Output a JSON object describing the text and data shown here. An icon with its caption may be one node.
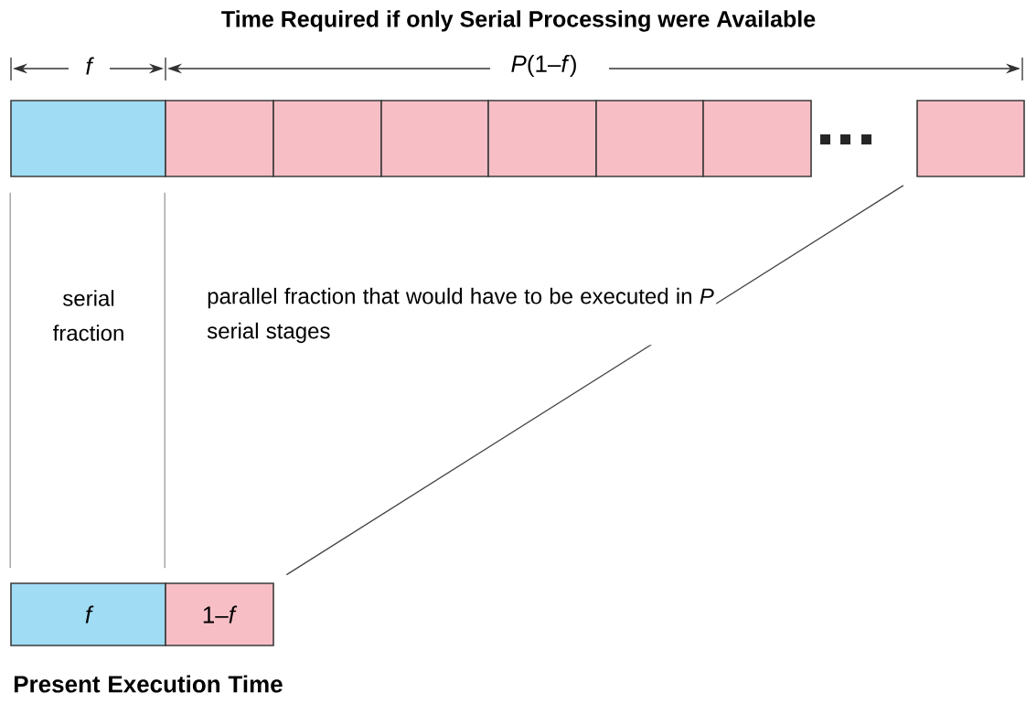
{
  "diagram": {
    "title": "Time Required if only Serial Processing were Available",
    "nodes": [
      {
        "text": [],
        "shape": "box"
      },
      {
        "text": [],
        "shape": "box"
      },
      {
        "text": [],
        "shape": "box"
      },
      {
        "text": [],
        "shape": "box"
      },
      {
        "text": [],
        "shape": "box"
      },
      {
        "text": [],
        "shape": "box"
      },
      {
        "text": [],
        "shape": "box"
      },
      {
        "text": [],
        "shape": "box"
      },
      {
        "text": [
          "f"
        ]
      },
      {
        "text": [
          "1–*f*"
        ]
      }
    ],
    "edges": [
      {
        "from": 0,
        "to": 8,
        "arrow": "none"
      },
      {
        "from": 1,
        "to": 9,
        "arrow": "none"
      },
      {
        "from": 7,
        "to": 9,
        "arrow": "none",
        "color": "#444444"
      }
    ],
    "labels": [
      "f",
      "*P*(1–*f*)",
      "serial fraction",
      "parallel fraction that would have to be executed in *P* serial stages",
      "Present Execution Time"
    ]
  }
}
